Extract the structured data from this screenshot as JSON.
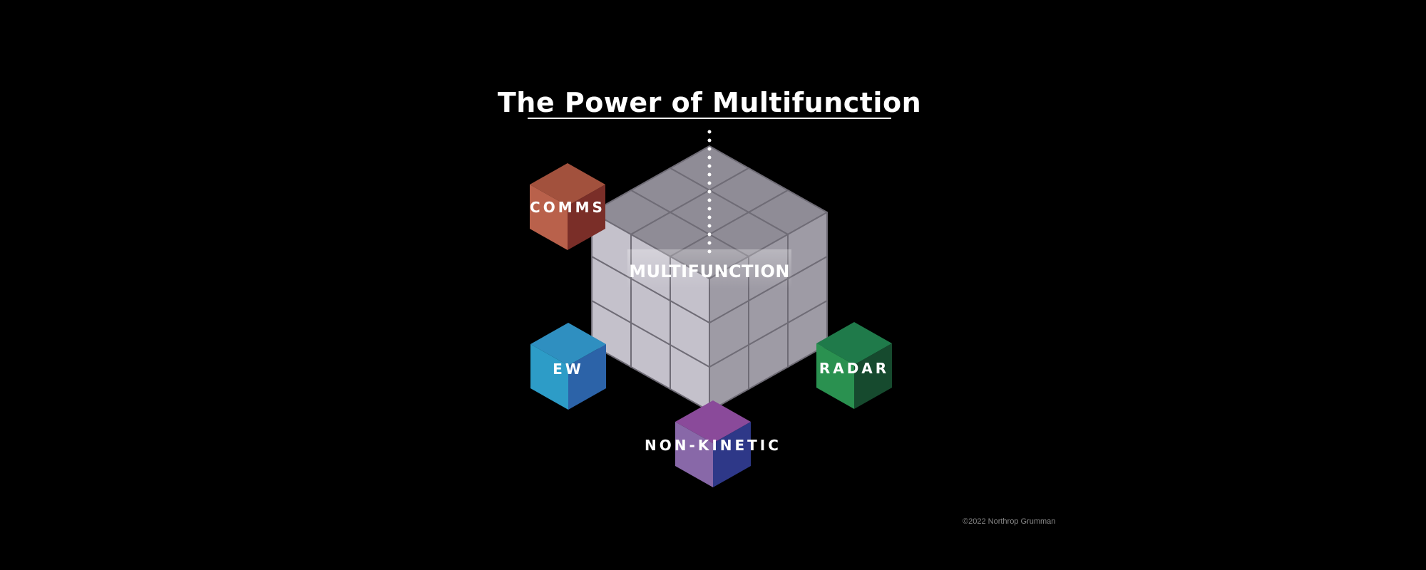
{
  "title": "The Power of Multifunction",
  "center_label": "MULTIFUNCTION",
  "functions": [
    {
      "label": "COMMS",
      "color_top": "#a2513d",
      "color_left": "#b9614b",
      "color_right": "#7a2e28"
    },
    {
      "label": "EW",
      "color_top": "#2f8fc0",
      "color_left": "#2d9cc7",
      "color_right": "#2c63a8"
    },
    {
      "label": "RADAR",
      "color_top": "#1f7a4a",
      "color_left": "#2a9150",
      "color_right": "#164a2e"
    },
    {
      "label": "NON-KINETIC",
      "color_top": "#8a4a9a",
      "color_left": "#8868a8",
      "color_right": "#2e3888"
    }
  ],
  "copyright": "©2022 Northrop Grumman",
  "colors": {
    "background": "#000000",
    "big_cube_top": "#8f8c96",
    "big_cube_left": "#c4c1cb",
    "big_cube_right": "#9e9ba5",
    "connector_gold": "#e0a82a",
    "connector_white": "#ffffff"
  },
  "icons": {
    "big_cube": "multifunction-cube-icon",
    "small_cube": "function-cube-icon"
  }
}
